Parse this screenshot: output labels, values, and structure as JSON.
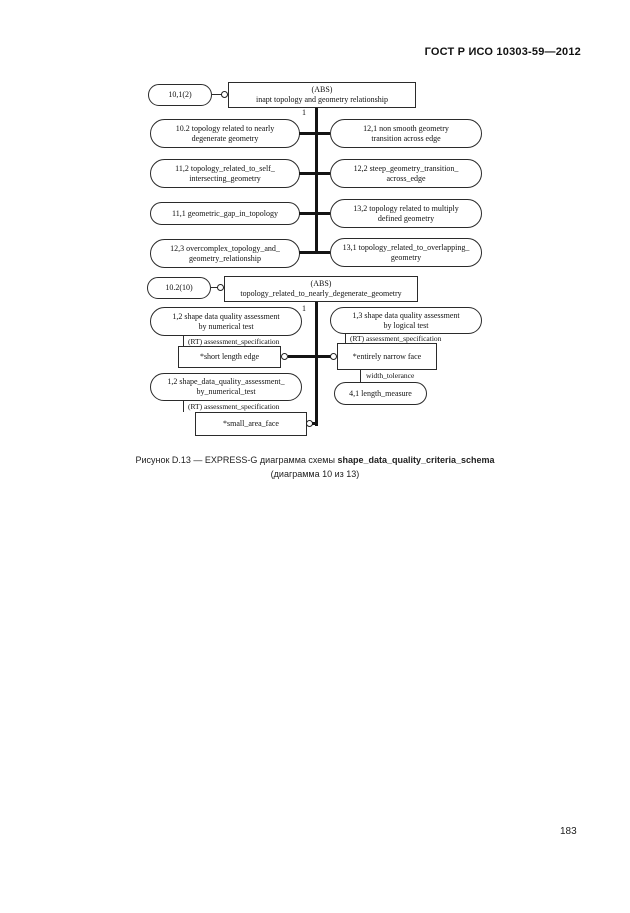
{
  "header": {
    "title": "ГОСТ Р ИСО 10303-59—2012"
  },
  "diagram1": {
    "page_ref": "10,1(2)",
    "abs_box": "(ABS)\ninapt topology and geometry relationship",
    "cardinality_label": "1",
    "left_ovals": [
      "10.2 topology related to nearly\ndegenerate geometry",
      "11,2 topology_related_to_self_\nintersecting_geometry",
      "11,1 geometric_gap_in_topology",
      "12,3 overcomplex_topology_and_\ngeometry_relationship"
    ],
    "right_ovals": [
      "12,1 non smooth geometry\ntransition across edge",
      "12,2 steep_geometry_transition_\nacross_edge",
      "13,2 topology related to multiply\ndefined geometry",
      "13,1 topology_related_to_overlapping_\ngeometry"
    ]
  },
  "diagram2": {
    "page_ref": "10.2(10)",
    "abs_box": "(ABS)\ntopology_related_to_nearly_degenerate_geometry",
    "cardinality_label": "1",
    "numerical_oval_top": "1,2 shape data quality assessment\nby numerical test",
    "rt_label_short": "(RT) assessment_specification",
    "short_length_edge_box": "*short length edge",
    "numerical_oval_bottom": "1,2 shape_data_quality_assessment_\nby_numerical_test",
    "rt_label_small": "(RT) assessment_specification",
    "small_area_face_box": "*small_area_face",
    "logical_oval": "1,3 shape data quality assessment\nby logical test",
    "rt_label_narrow": "(RT) assessment_specification",
    "entirely_narrow_face_box": "*entirely narrow face",
    "width_tolerance_label": "width_tolerance",
    "length_measure_oval": "4,1 length_measure"
  },
  "caption": {
    "prefix": "Рисунок D.13 — EXPRESS-G диаграмма схемы ",
    "schema_name": "shape_data_quality_criteria_schema",
    "line2": "(диаграмма 10 из 13)"
  },
  "page_number": "183"
}
